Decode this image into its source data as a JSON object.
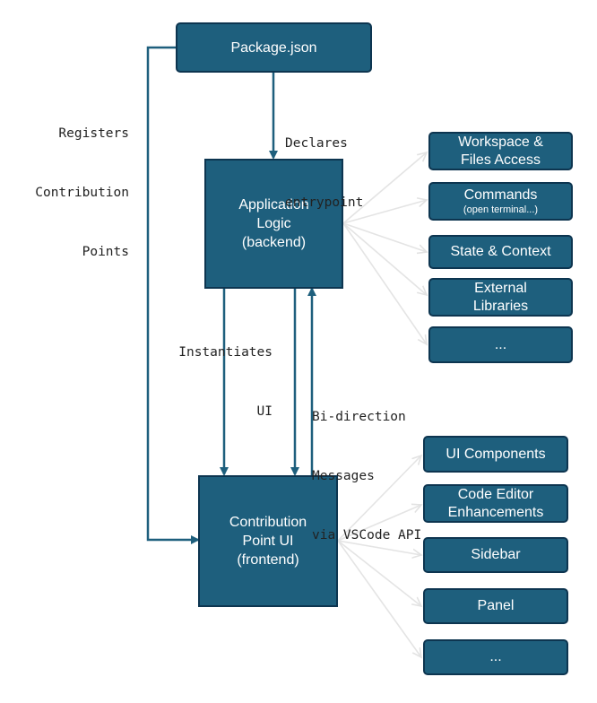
{
  "nodes": {
    "package_json": "Package.json",
    "app_logic": [
      "Application",
      "Logic",
      "(backend)"
    ],
    "contribution_ui": [
      "Contribution",
      "Point UI",
      "(frontend)"
    ]
  },
  "backend_capabilities": [
    {
      "lines": [
        "Workspace &",
        "Files Access"
      ]
    },
    {
      "lines": [
        "Commands"
      ],
      "sub": "(open terminal...)"
    },
    {
      "lines": [
        "State & Context"
      ]
    },
    {
      "lines": [
        "External",
        "Libraries"
      ]
    },
    {
      "lines": [
        "..."
      ]
    }
  ],
  "frontend_capabilities": [
    {
      "lines": [
        "UI Components"
      ]
    },
    {
      "lines": [
        "Code Editor",
        "Enhancements"
      ]
    },
    {
      "lines": [
        "Sidebar"
      ]
    },
    {
      "lines": [
        "Panel"
      ]
    },
    {
      "lines": [
        "..."
      ]
    }
  ],
  "edge_labels": {
    "registers": [
      "Registers",
      "Contribution",
      "Points"
    ],
    "declares": [
      "Declares",
      "entrypoint"
    ],
    "instantiates": [
      "Instantiates",
      "UI"
    ],
    "messages": [
      "Bi-direction",
      "Messages",
      "via VSCode API"
    ]
  },
  "colors": {
    "box_fill": "#1e5f7d",
    "box_border": "#0d3550",
    "arrow": "#1e5f7d",
    "fan_arrow": "#e4e4e4"
  }
}
